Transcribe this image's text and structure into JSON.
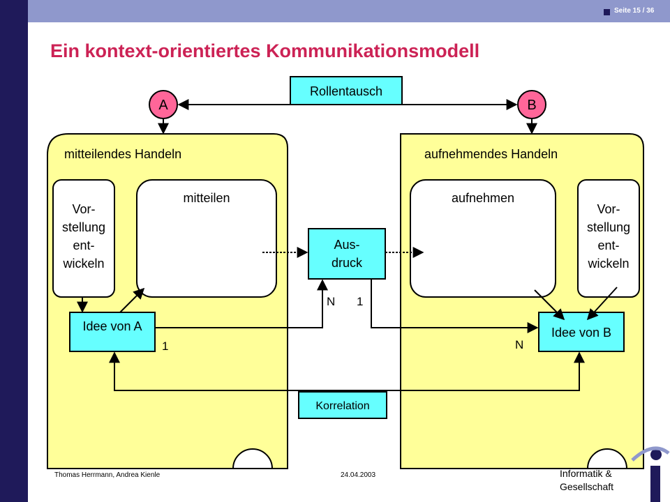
{
  "header": {
    "page_number": "Seite 15 / 36"
  },
  "title": "Ein kontext-orientiertes Kommunikationsmodell",
  "diagram": {
    "role_swap": "Rollentausch",
    "actor_a": "A",
    "actor_b": "B",
    "left_panel_label": "mitteilendes Handeln",
    "right_panel_label": "aufnehmendes Handeln",
    "left_idea_lines": [
      "Vor-",
      "stellung",
      "ent-",
      "wickeln"
    ],
    "right_idea_lines": [
      "Vor-",
      "stellung",
      "ent-",
      "wickeln"
    ],
    "communicate": "mitteilen",
    "receive": "aufnehmen",
    "expression_lines": [
      "Aus-",
      "druck"
    ],
    "idea_a": "Idee von A",
    "idea_b": "Idee von B",
    "card_n_left": "N",
    "card_1_right": "1",
    "card_1_a": "1",
    "card_n_b": "N",
    "correlation": "Korrelation"
  },
  "footer": {
    "authors": "Thomas Herrmann, Andrea Kienle",
    "date": "24.04.2003",
    "institution_lines": [
      "Informatik &",
      "Gesellschaft"
    ]
  },
  "colors": {
    "panel_fill": "#ffff99",
    "box_fill": "#66ffff",
    "actor_fill": "#ff6699",
    "title_color": "#cc2255",
    "sidebar": "#1f1a5a",
    "header_bar": "#8f98cc"
  }
}
